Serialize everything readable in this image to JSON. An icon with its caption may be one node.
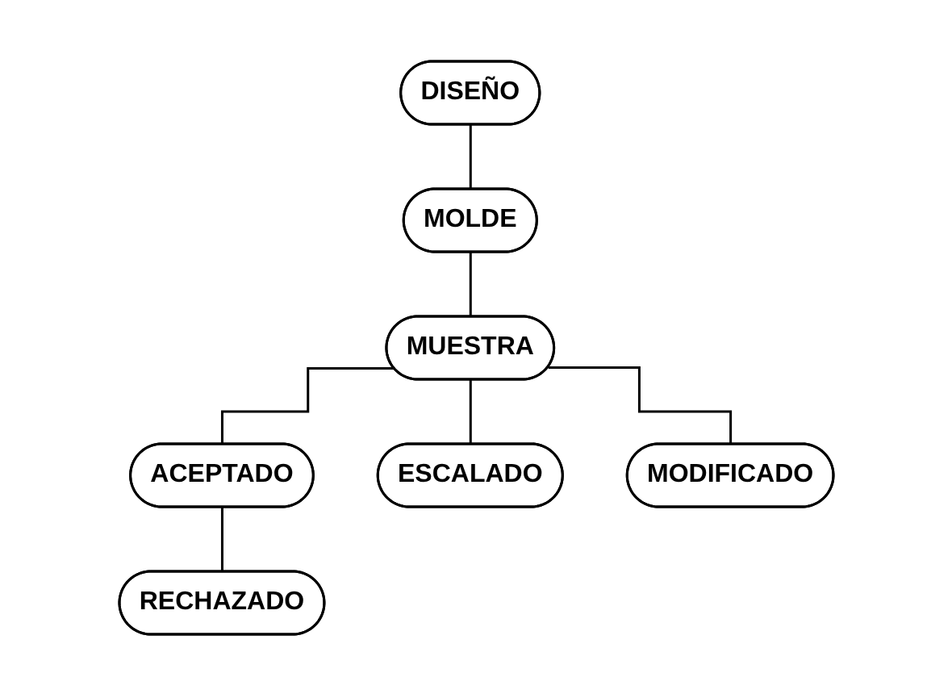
{
  "diagram": {
    "nodes": [
      {
        "text": [
          "DISEÑO"
        ]
      },
      {
        "text": [
          "MOLDE"
        ]
      },
      {
        "text": [
          "MUESTRA"
        ]
      },
      {
        "text": [
          "ACEPTADO"
        ]
      },
      {
        "text": [
          "ESCALADO"
        ]
      },
      {
        "text": [
          "MODIFICADO"
        ]
      },
      {
        "text": [
          "RECHAZADO"
        ]
      }
    ],
    "edges": [
      {
        "from": 0,
        "to": 1,
        "arrow": "none"
      },
      {
        "from": 1,
        "to": 2,
        "arrow": "none"
      },
      {
        "from": 2,
        "to": 3,
        "arrow": "none"
      },
      {
        "from": 2,
        "to": 4,
        "arrow": "none"
      },
      {
        "from": 2,
        "to": 5,
        "arrow": "none"
      },
      {
        "from": 3,
        "to": 6,
        "arrow": "none"
      }
    ]
  }
}
